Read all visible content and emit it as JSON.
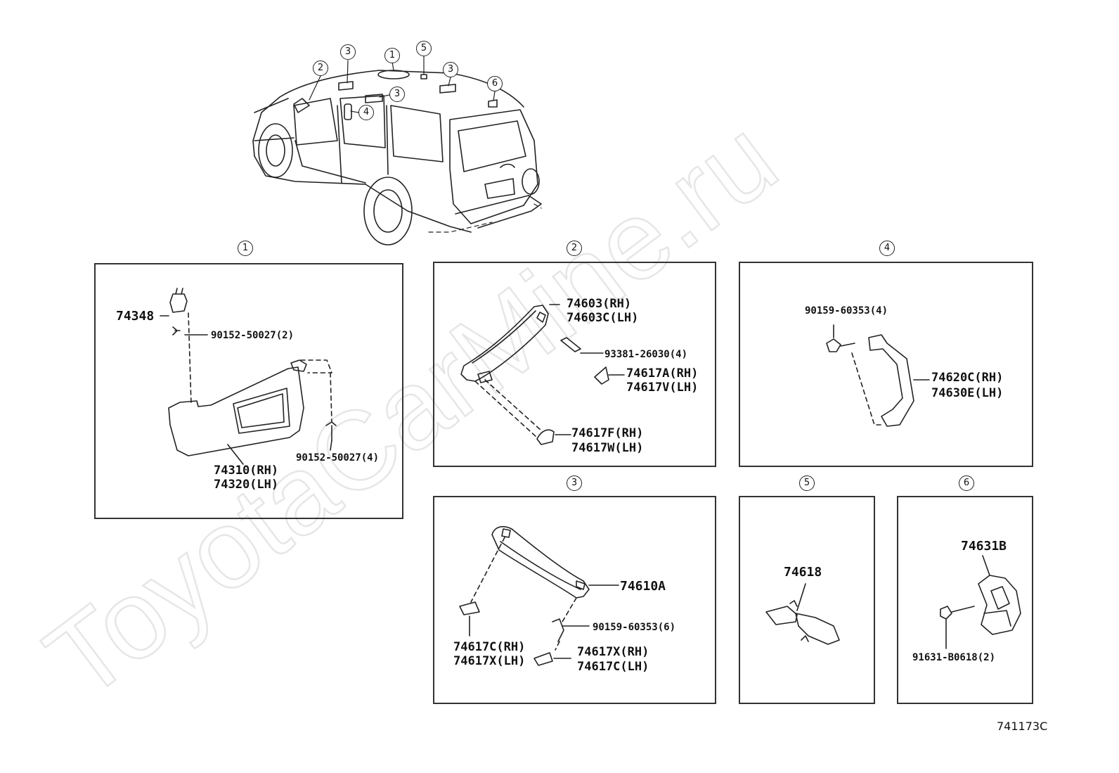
{
  "watermark": "ToyotaCarMine.ru",
  "overview": {
    "callouts": [
      {
        "num": "1"
      },
      {
        "num": "2"
      },
      {
        "num": "3"
      },
      {
        "num": "3"
      },
      {
        "num": "3"
      },
      {
        "num": "4"
      },
      {
        "num": "5"
      },
      {
        "num": "6"
      }
    ]
  },
  "panels": {
    "p1": {
      "num": "1",
      "labels": {
        "clip": "74348",
        "screw_top": "90152-50027(2)",
        "screw_right": "90152-50027(4)",
        "visor_rh": "74310(RH)",
        "visor_lh": "74320(LH)"
      }
    },
    "p2": {
      "num": "2",
      "labels": {
        "grip_rh": "74603(RH)",
        "grip_lh": "74603C(LH)",
        "bolt": "93381-26030(4)",
        "cap_a_rh": "74617A(RH)",
        "cap_a_lh": "74617V(LH)",
        "cap_f_rh": "74617F(RH)",
        "cap_f_lh": "74617W(LH)"
      }
    },
    "p3": {
      "num": "3",
      "labels": {
        "grip": "74610A",
        "bolt": "90159-60353(6)",
        "cap_left_rh": "74617C(RH)",
        "cap_left_lh": "74617X(LH)",
        "cap_right_rh": "74617X(RH)",
        "cap_right_lh": "74617C(LH)"
      }
    },
    "p4": {
      "num": "4",
      "labels": {
        "bolt": "90159-60353(4)",
        "grip_rh": "74620C(RH)",
        "grip_lh": "74630E(LH)"
      }
    },
    "p5": {
      "num": "5",
      "labels": {
        "holder": "74618"
      }
    },
    "p6": {
      "num": "6",
      "labels": {
        "hook": "74631B",
        "screw": "91631-B0618(2)"
      }
    }
  },
  "diagram_code": "741173C"
}
